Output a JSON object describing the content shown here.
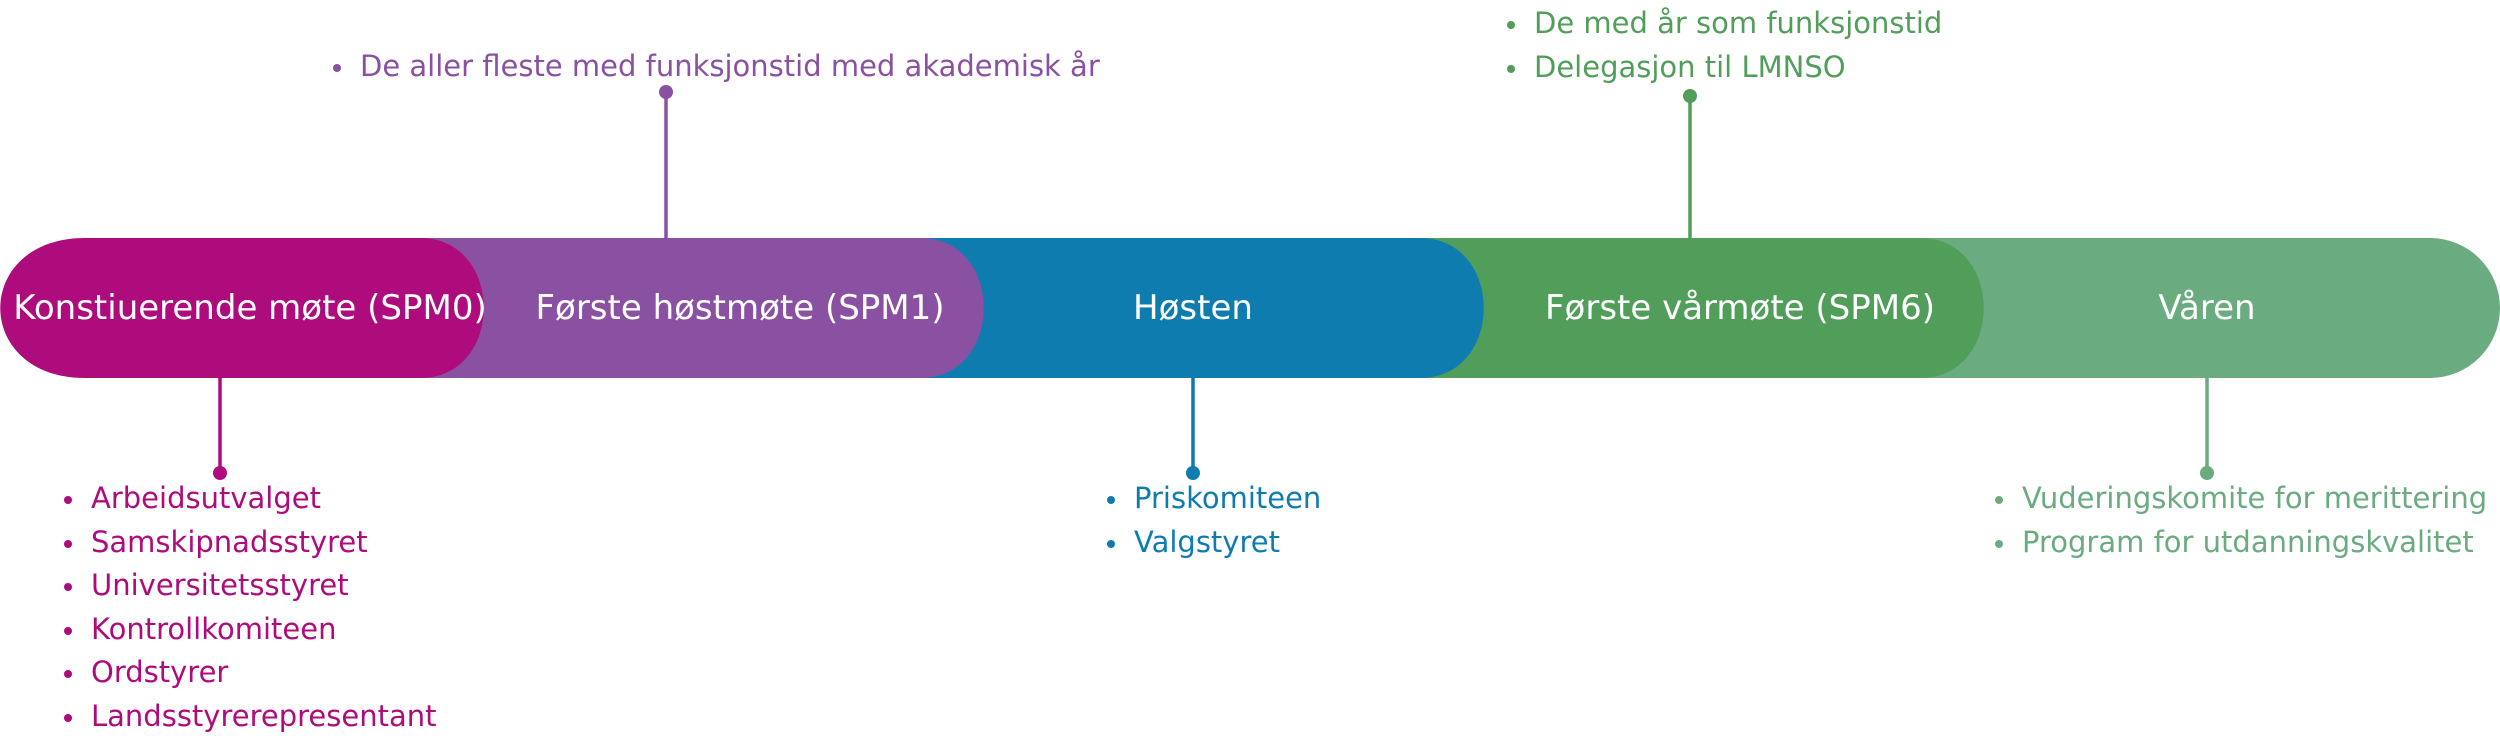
{
  "colors": {
    "magenta": "#ae0b7c",
    "purple": "#8a50a1",
    "blue": "#0f7cb0",
    "green": "#519e5a",
    "light_green": "#6aab7f"
  },
  "phases": [
    {
      "label": "Konstiuerende møte (SPM0)",
      "color": "#ae0b7c"
    },
    {
      "label": "Første høstmøte (SPM1)",
      "color": "#8a50a1"
    },
    {
      "label": "Høsten",
      "color": "#0f7cb0"
    },
    {
      "label": "Første vårmøte (SPM6)",
      "color": "#519e5a"
    },
    {
      "label": "Våren",
      "color": "#6aab7f"
    }
  ],
  "callouts": {
    "spm0": [
      "Arbeidsutvalget",
      "Samskipnadsstyret",
      "Universitetsstyret",
      "Kontrollkomiteen",
      "Ordstyrer",
      "Landsstyrerepresentant"
    ],
    "spm1": [
      "De aller fleste med funksjonstid med akademisk år"
    ],
    "hosten": [
      "Priskomiteen",
      "Valgstyret"
    ],
    "spm6": [
      "De med år som funksjonstid",
      "Delegasjon til LMNSO"
    ],
    "varen": [
      "Vuderingskomite for merittering",
      "Program for utdanningskvalitet"
    ]
  }
}
